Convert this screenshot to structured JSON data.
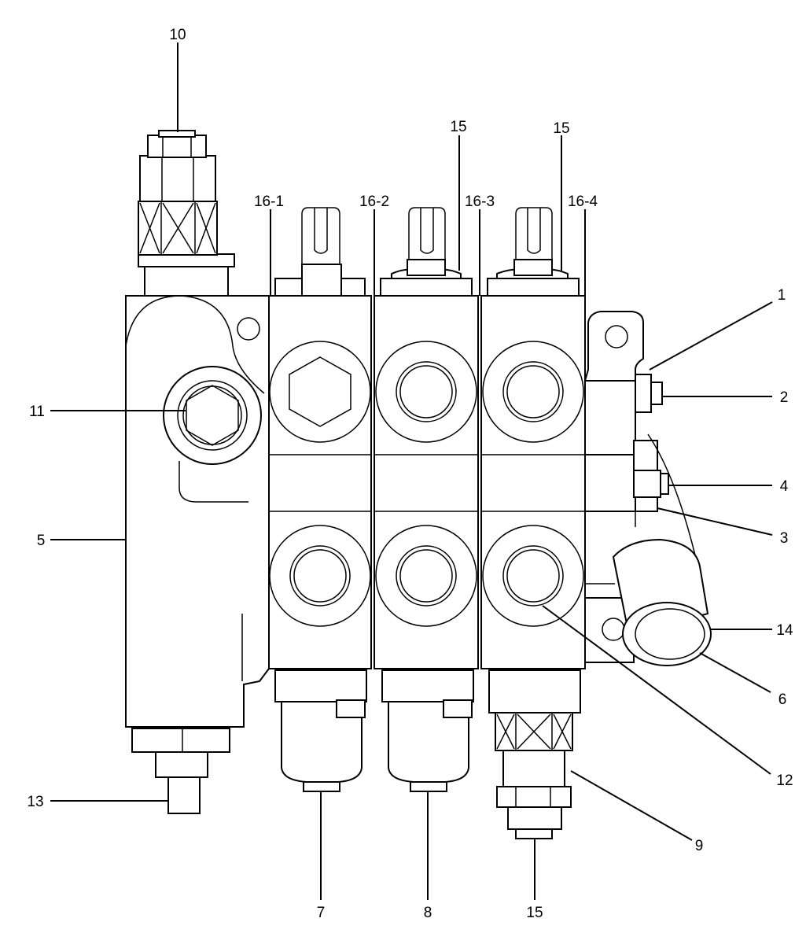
{
  "diagram": {
    "callouts": [
      {
        "id": "c1",
        "text": "1"
      },
      {
        "id": "c2",
        "text": "2"
      },
      {
        "id": "c3",
        "text": "3"
      },
      {
        "id": "c4",
        "text": "4"
      },
      {
        "id": "c5",
        "text": "5"
      },
      {
        "id": "c6",
        "text": "6"
      },
      {
        "id": "c7",
        "text": "7"
      },
      {
        "id": "c8",
        "text": "8"
      },
      {
        "id": "c9",
        "text": "9"
      },
      {
        "id": "c10",
        "text": "10"
      },
      {
        "id": "c11",
        "text": "11"
      },
      {
        "id": "c12",
        "text": "12"
      },
      {
        "id": "c13",
        "text": "13"
      },
      {
        "id": "c14",
        "text": "14"
      },
      {
        "id": "c15a",
        "text": "15"
      },
      {
        "id": "c15b",
        "text": "15"
      },
      {
        "id": "c15c",
        "text": "15"
      },
      {
        "id": "c16-1",
        "text": "16-1"
      },
      {
        "id": "c16-2",
        "text": "16-2"
      },
      {
        "id": "c16-3",
        "text": "16-3"
      },
      {
        "id": "c16-4",
        "text": "16-4"
      }
    ]
  }
}
